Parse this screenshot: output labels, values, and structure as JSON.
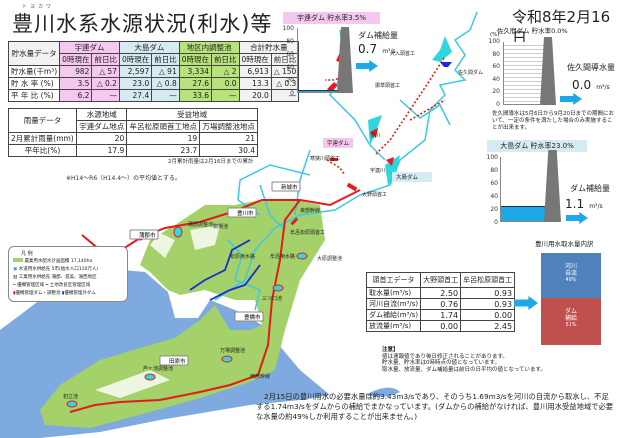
{
  "title": "豊川水系水源状況(利水)等",
  "title_ruby": "トヨカワ",
  "date": "令和8年2月16日",
  "storage_table": {
    "header": "貯水量データ",
    "groups": [
      "宇連ダム",
      "大島ダム",
      "地区内調整池",
      "合計貯水量"
    ],
    "subheaders": [
      "0時現在",
      "前日比"
    ],
    "rows": [
      {
        "label": "貯水量(千m³)",
        "values": [
          "982",
          "△ 57",
          "2,597",
          "△ 91",
          "3,334",
          "△ 2",
          "6,913",
          "△ 150"
        ]
      },
      {
        "label": "貯 水 率 (%)",
        "values": [
          "3.5",
          "△ 0.2",
          "23.0",
          "△ 0.8",
          "27.6",
          "0.0",
          "13.3",
          "△ 0.3"
        ]
      },
      {
        "label": "平 年 比 (%)",
        "values": [
          "6.2",
          "—",
          "27.4",
          "—",
          "33.6",
          "—",
          "20.0",
          "—"
        ]
      }
    ]
  },
  "rain_table": {
    "header": "雨量データ",
    "groups": [
      "水源地域",
      "受益地域"
    ],
    "points": [
      "宇連ダム地点",
      "牟呂松原頭首工地点",
      "万場調整池地点"
    ],
    "rows": [
      {
        "label": "2月累計雨量(mm)",
        "values": [
          "20",
          "19",
          "21"
        ]
      },
      {
        "label": "平年比(%)",
        "values": [
          "17.9",
          "23.7",
          "30.4"
        ]
      }
    ],
    "note": "2月累計雨量は2月16日までの累計",
    "avg_note": "※H14～R6（H14.4～）の平均値とする。"
  },
  "uchi_dam": {
    "label": "宇連ダム 貯水率3.5%",
    "rate": 3.5,
    "supply_label": "ダム補給量",
    "supply_value": "0.7",
    "unit": "m³/s",
    "ticks": [
      "100",
      "80",
      "60",
      "40",
      "20",
      "0"
    ]
  },
  "sakuma_dam": {
    "label": "佐久間ダム 貯水率0.0%",
    "pct_label": "(%)",
    "rate": 0.0,
    "flow_label": "佐久間導水量",
    "flow_value": "0.0",
    "unit": "m³/s",
    "ticks": [
      "100",
      "80",
      "60",
      "40",
      "20",
      "0"
    ],
    "note": "佐久間導水は5月6日から9月20日までの期間において、一定の条件を満たした場合のみ実施することが出来ます。"
  },
  "oshima_dam": {
    "label": "大島ダム 貯水率23.0%",
    "rate": 23.0,
    "supply_label": "ダム補給量",
    "supply_value": "1.1",
    "unit": "m³/s",
    "ticks": [
      "100",
      "80",
      "60",
      "40",
      "20",
      "0"
    ]
  },
  "headworks_table": {
    "columns": [
      "頭首工データ",
      "大野頭首工",
      "牟呂松原頭首工"
    ],
    "rows": [
      {
        "label": "取水量(m³/s)",
        "values": [
          "2.50",
          "0.93"
        ]
      },
      {
        "label": "河川自流(m³/s)",
        "values": [
          "0.76",
          "0.93"
        ]
      },
      {
        "label": "ダム補給(m³/s)",
        "values": [
          "1.74",
          "0.00"
        ]
      },
      {
        "label": "放流量(m³/s)",
        "values": [
          "0.00",
          "2.45"
        ]
      }
    ]
  },
  "breakdown": {
    "title": "豊川用水取水量内訳",
    "river": {
      "label1": "河川",
      "label2": "自流",
      "pct": "49%",
      "value": 49,
      "color": "#4f81bd"
    },
    "dam": {
      "label1": "ダム",
      "label2": "補給",
      "pct": "51%",
      "value": 51,
      "color": "#c0504d"
    }
  },
  "notes": {
    "title": "注意】",
    "lines": [
      "値は速報値であり後日修正されることがあります。",
      "貯水量、貯水率は0時時点の値となっています。",
      "取水量、放流量、ダム補給量は前日の日平均の値となっています。"
    ]
  },
  "summary": "2月15日の豊川用水の必要水量は約3.43m3/sであり、そのうち1.69m3/sを河川の自流から取水し、不足する1.74m3/sをダムからの補給でまかなっています。(ダムからの補給がなければ、豊川用水受益地域で必要な水量の約49%しか利用することが出来ません。)",
  "legend": {
    "title": "凡 例",
    "items": [
      "農業用水配水計画面積 17,140ha",
      "水道用水供給先 5市(給水人口110万人)",
      "工業用水供給先 蒲郡、渥美、湖西地区",
      "優機管理区域",
      "土地改良区管理区域",
      "優機管理ダム・調整池",
      "優機管理外ダム"
    ]
  },
  "map": {
    "cities": [
      "蒲郡市",
      "豊川市",
      "新城市",
      "豊橋市",
      "田原市"
    ],
    "facilities": {
      "oirido": "大入頭首工",
      "furikusa": "振草頭首工",
      "sakuma": "佐久間ダム",
      "uchi": "宇連ダム",
      "kansa": "寒狭川頭首工",
      "ono": "大野頭首工",
      "oshima": "大島ダム",
      "muro": "牟呂松原頭首工",
      "ohara": "大原調整池",
      "gamagori": "蒲郡調整池",
      "komaba": "駒場池",
      "mitsukuchi": "三ツ口池",
      "manba": "万場調整池",
      "ashigaike": "芦ヶ池調整池",
      "hatsutachi": "初立池"
    },
    "rivers": {
      "toyokawa": "豊川",
      "ure": "宇連川"
    },
    "canals": {
      "west": "西部幹線",
      "east": "東部幹線",
      "matsubara": "松原用水路",
      "muro": "牟呂用水路"
    }
  }
}
